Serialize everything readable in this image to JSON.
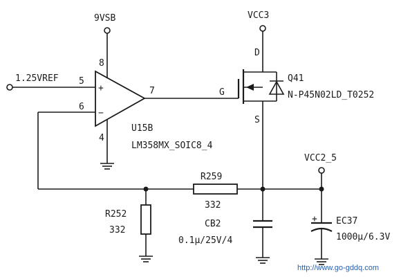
{
  "nets": {
    "vref": "1.25VREF",
    "vsb": "9VSB",
    "vcc3": "VCC3",
    "vcc25": "VCC2_5"
  },
  "opamp": {
    "ref": "U15B",
    "part": "LM358MX_SOIC8_4",
    "pin_plus": "5",
    "pin_minus": "6",
    "pin_out": "7",
    "pin_vcc": "8",
    "pin_gnd": "4",
    "sym_plus": "+",
    "sym_minus": "−"
  },
  "mosfet": {
    "ref": "Q41",
    "part": "N-P45N02LD_T0252",
    "pin_d": "D",
    "pin_g": "G",
    "pin_s": "S"
  },
  "components": {
    "r259": {
      "ref": "R259",
      "value": "332"
    },
    "r252": {
      "ref": "R252",
      "value": "332"
    },
    "cb2": {
      "ref": "CB2",
      "value": "0.1μ/25V/4"
    },
    "ec37": {
      "ref": "EC37",
      "value": "1000μ/6.3V",
      "polarity": "+"
    }
  },
  "watermark": "http://www.go-gddq.com"
}
